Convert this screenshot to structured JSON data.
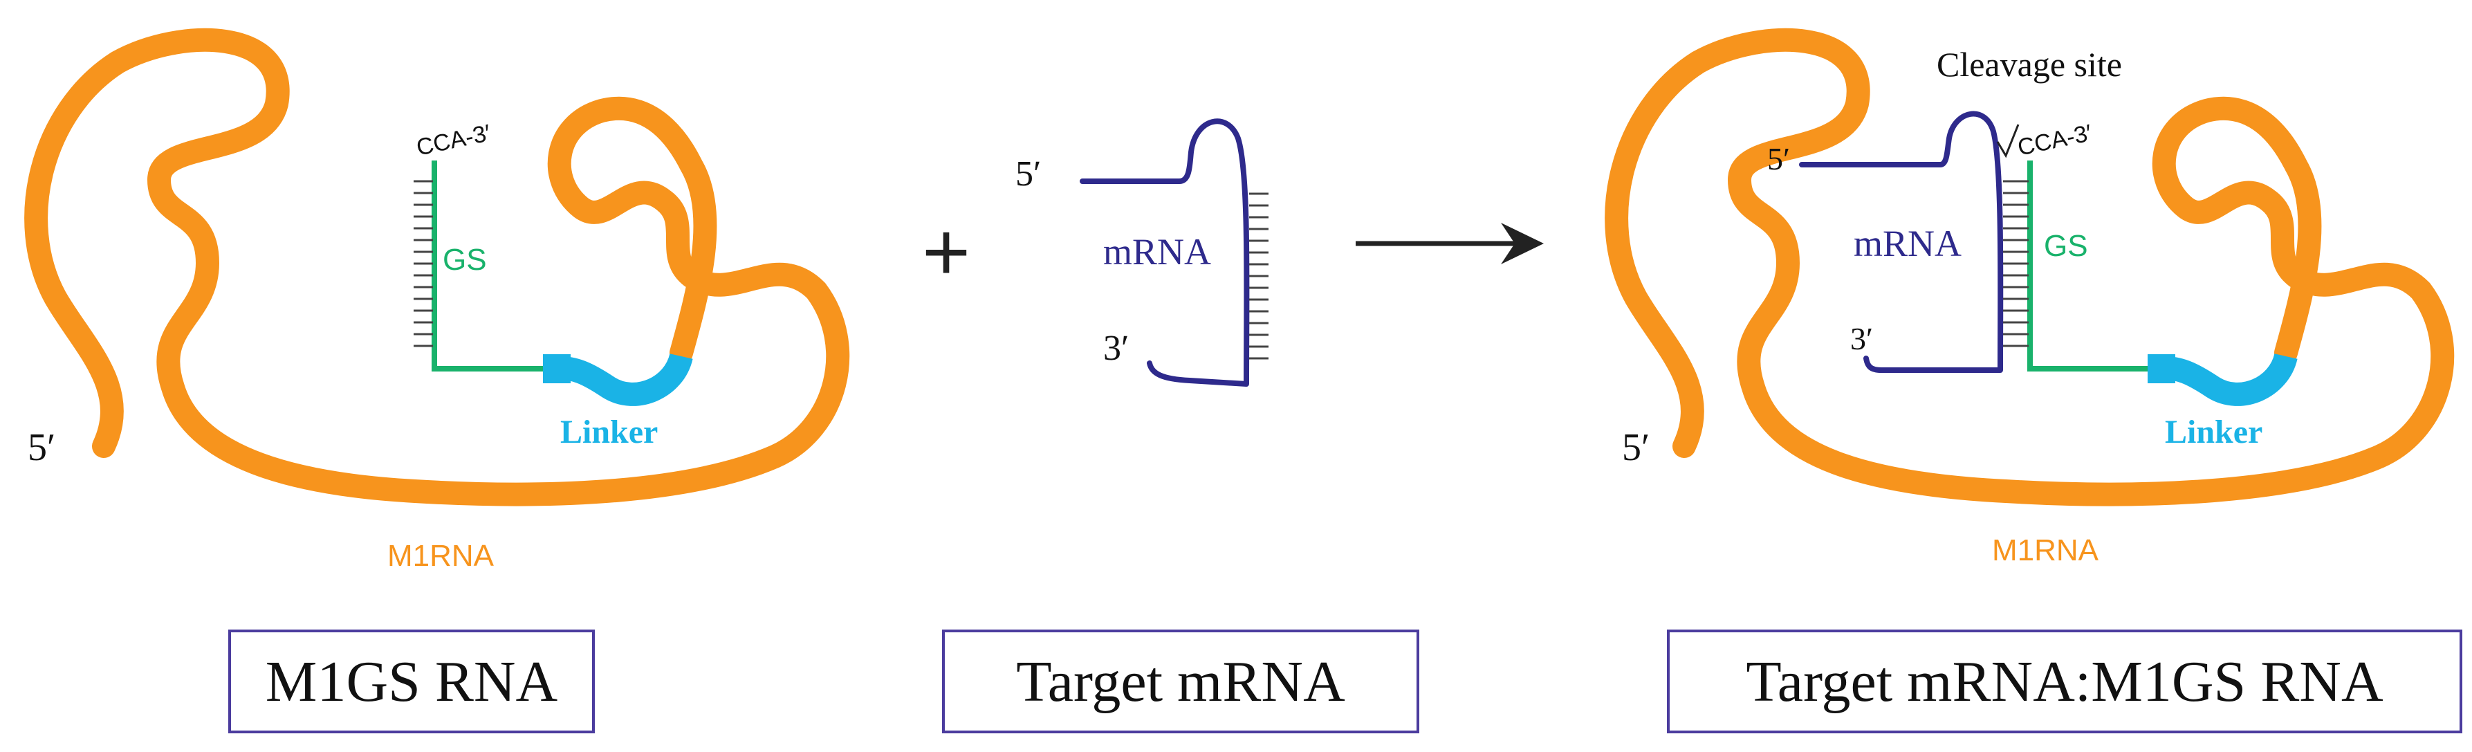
{
  "colors": {
    "m1rna": "#f7941d",
    "guide": "#19b26b",
    "linker": "#1ab3e6",
    "mrna": "#2e2a8c",
    "text": "#111111",
    "box_border": "#4b3c9e"
  },
  "left_panel": {
    "five_prime": "5′",
    "cca": "CCA-3′",
    "gs": "GS",
    "linker": "Linker",
    "m1rna": "M1RNA",
    "box_label": "M1GS RNA"
  },
  "plus_sign": "+",
  "middle_panel": {
    "five_prime": "5′",
    "three_prime": "3′",
    "mrna": "mRNA",
    "box_label": "Target mRNA"
  },
  "arrow_icon": "right-arrow-icon",
  "right_panel": {
    "cleavage_site": "Cleavage site",
    "mrna_five_prime": "5′",
    "mrna_three_prime": "3′",
    "mrna": "mRNA",
    "cca": "CCA-3′",
    "gs": "GS",
    "linker": "Linker",
    "five_prime": "5′",
    "m1rna": "M1RNA",
    "box_label": "Target mRNA:M1GS RNA"
  }
}
